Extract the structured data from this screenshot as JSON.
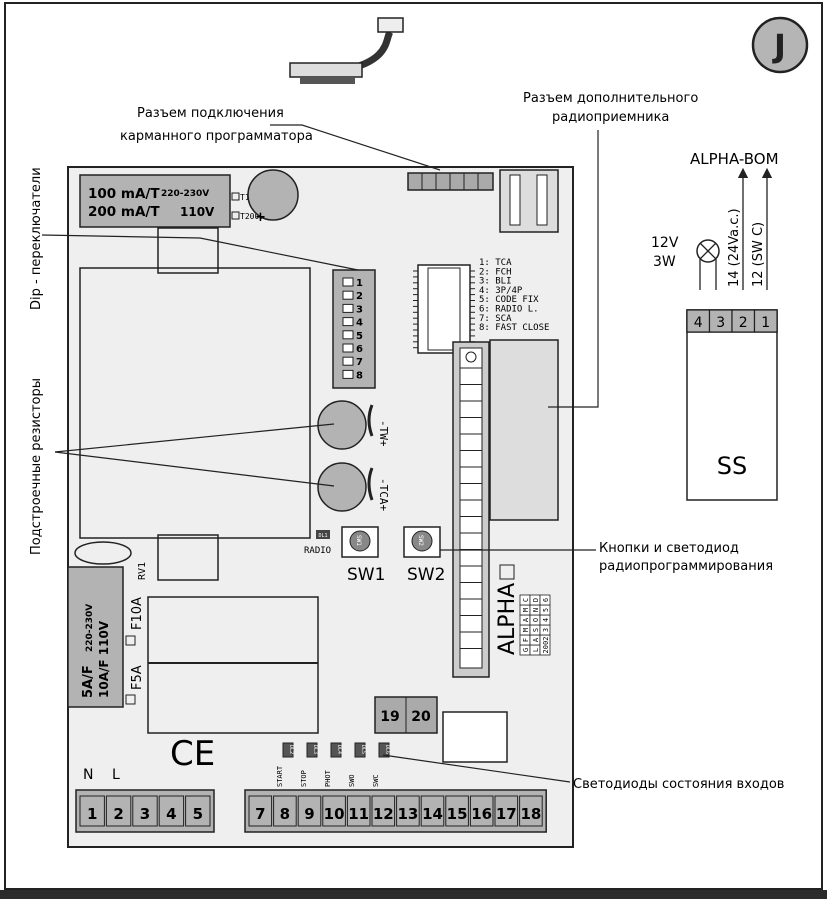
{
  "badge": {
    "letter": "J"
  },
  "labels": {
    "prog_connector": [
      "Разъем подключения",
      "карманного программатора"
    ],
    "radio_connector": [
      "Разъем дополнительного",
      "радиоприемника"
    ],
    "dip": "Dip - переключатели",
    "trimmers": "Подстроечные резисторы",
    "buttons": [
      "Кнопки и светодиод",
      "радиопрограммирования"
    ],
    "leds": "Светодиоды состояния входов"
  },
  "fuse_top": {
    "line1_main": "100 mA/T",
    "line1_small": "220-230V",
    "line2_main": "200 mA/T",
    "line2_small": "110V",
    "opt1": "T100mA",
    "opt2": "T200mA",
    "plus": "+"
  },
  "fuse_main": {
    "line1_main": "5A/F",
    "line1_small": "220-230V",
    "line2_main": "10A/F 110V",
    "opt1": "F10A",
    "opt2": "F5A",
    "rv": "RV1"
  },
  "dip_switches": [
    "1",
    "2",
    "3",
    "4",
    "5",
    "6",
    "7",
    "8"
  ],
  "dip_functions": [
    "1: TCA",
    "2: FCH",
    "3: BLI",
    "4: 3P/4P",
    "5: CODE FIX",
    "6: RADIO L.",
    "7: SCA",
    "8: FAST CLOSE"
  ],
  "trimmers": [
    "-TW+",
    "-TCA+"
  ],
  "radio": {
    "dl": "DL1",
    "label": "RADIO"
  },
  "switches": [
    {
      "cap": "SW1",
      "label": "SW1"
    },
    {
      "cap": "SW2",
      "label": "SW2"
    }
  ],
  "brand": "ALPHA",
  "info_table": [
    [
      "G",
      "F",
      "M",
      "A",
      "M",
      "C"
    ],
    [
      "L",
      "A",
      "S",
      "O",
      "N",
      "D"
    ],
    [
      "2002",
      "3",
      "4",
      "5",
      "6"
    ]
  ],
  "connector_19_20": [
    "19",
    "20"
  ],
  "ce": "CE",
  "n_l": [
    "N",
    "L"
  ],
  "terminals_left": [
    "1",
    "2",
    "3",
    "4",
    "5"
  ],
  "terminals_right": [
    "7",
    "8",
    "9",
    "10",
    "11",
    "12",
    "13",
    "14",
    "15",
    "16",
    "17",
    "18"
  ],
  "status_leds": [
    {
      "dl": "DL2",
      "name": "START"
    },
    {
      "dl": "DL3",
      "name": "STOP"
    },
    {
      "dl": "DL4",
      "name": "PHOT"
    },
    {
      "dl": "DL5",
      "name": "SWO"
    },
    {
      "dl": "DL6",
      "name": "SWC"
    }
  ],
  "ss_module": {
    "title": "ALPHA-BOM",
    "lamp": [
      "12V",
      "3W"
    ],
    "wire_labels": [
      "14 (24Va.c.)",
      "12 (SW C)"
    ],
    "pins": [
      "4",
      "3",
      "2",
      "1"
    ],
    "name": "SS"
  }
}
